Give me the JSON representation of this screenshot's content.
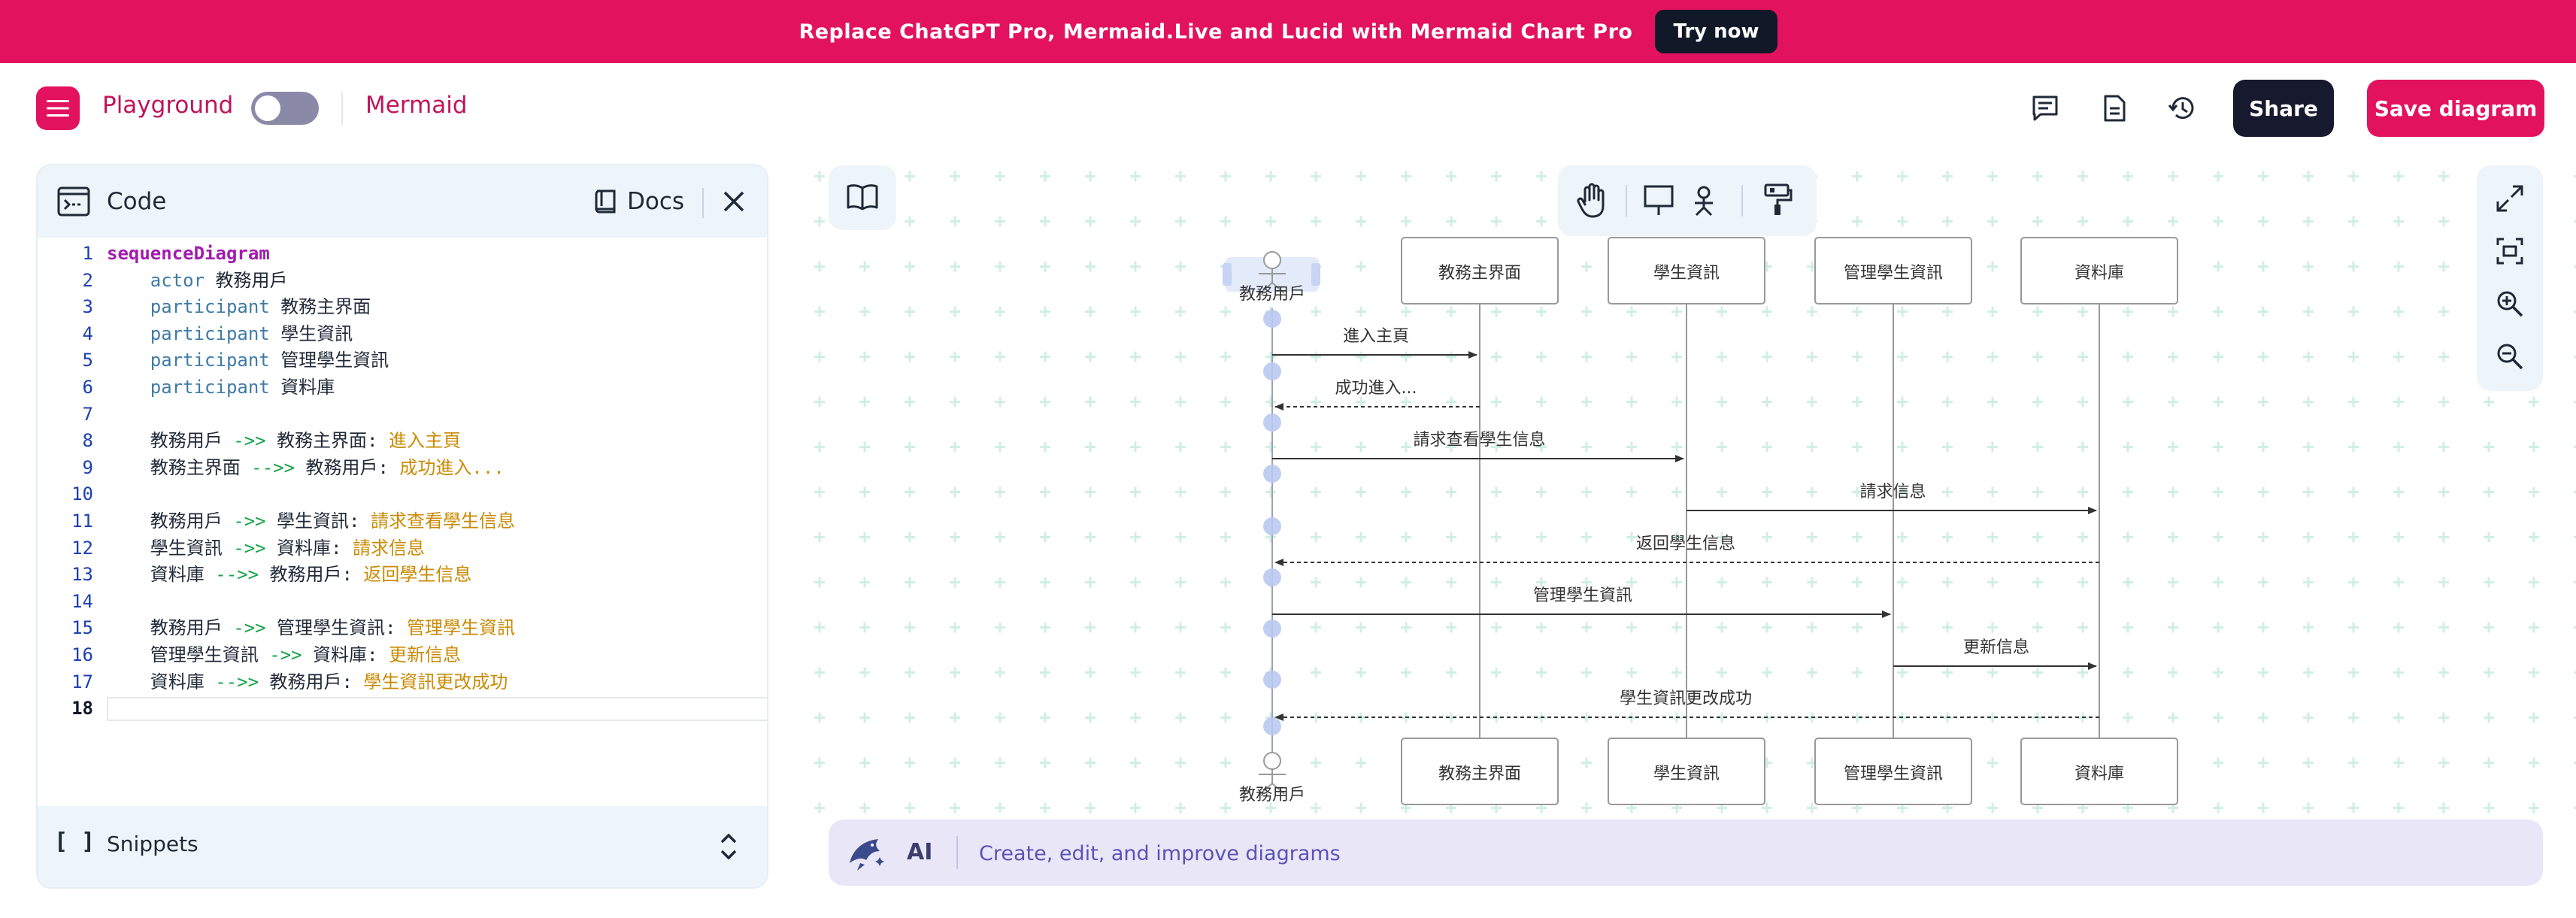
{
  "banner": {
    "text": "Replace ChatGPT Pro, Mermaid.Live and Lucid with Mermaid Chart Pro",
    "button": "Try now"
  },
  "header": {
    "brand": "Playground",
    "mode": "Mermaid",
    "share": "Share",
    "save": "Save diagram"
  },
  "code_panel": {
    "title": "Code",
    "docs": "Docs",
    "snippets": "Snippets",
    "lines": [
      {
        "n": "1",
        "parts": [
          {
            "t": "sequenceDiagram",
            "c": "kw-main"
          }
        ]
      },
      {
        "n": "2",
        "parts": [
          {
            "t": "    actor ",
            "c": "kw"
          },
          {
            "t": "教務用戶",
            "c": "name"
          }
        ]
      },
      {
        "n": "3",
        "parts": [
          {
            "t": "    participant ",
            "c": "kw"
          },
          {
            "t": "教務主界面",
            "c": "name"
          }
        ]
      },
      {
        "n": "4",
        "parts": [
          {
            "t": "    participant ",
            "c": "kw"
          },
          {
            "t": "學生資訊",
            "c": "name"
          }
        ]
      },
      {
        "n": "5",
        "parts": [
          {
            "t": "    participant ",
            "c": "kw"
          },
          {
            "t": "管理學生資訊",
            "c": "name"
          }
        ]
      },
      {
        "n": "6",
        "parts": [
          {
            "t": "    participant ",
            "c": "kw"
          },
          {
            "t": "資料庫",
            "c": "name"
          }
        ]
      },
      {
        "n": "7",
        "parts": []
      },
      {
        "n": "8",
        "parts": [
          {
            "t": "    教務用戶 ",
            "c": "name"
          },
          {
            "t": "->> ",
            "c": "arr"
          },
          {
            "t": "教務主界面: ",
            "c": "name"
          },
          {
            "t": "進入主頁",
            "c": "msg"
          }
        ]
      },
      {
        "n": "9",
        "parts": [
          {
            "t": "    教務主界面 ",
            "c": "name"
          },
          {
            "t": "-->> ",
            "c": "arr"
          },
          {
            "t": "教務用戶: ",
            "c": "name"
          },
          {
            "t": "成功進入...",
            "c": "msg"
          }
        ]
      },
      {
        "n": "10",
        "parts": []
      },
      {
        "n": "11",
        "parts": [
          {
            "t": "    教務用戶 ",
            "c": "name"
          },
          {
            "t": "->> ",
            "c": "arr"
          },
          {
            "t": "學生資訊: ",
            "c": "name"
          },
          {
            "t": "請求查看學生信息",
            "c": "msg"
          }
        ]
      },
      {
        "n": "12",
        "parts": [
          {
            "t": "    學生資訊 ",
            "c": "name"
          },
          {
            "t": "->> ",
            "c": "arr"
          },
          {
            "t": "資料庫: ",
            "c": "name"
          },
          {
            "t": "請求信息",
            "c": "msg"
          }
        ]
      },
      {
        "n": "13",
        "parts": [
          {
            "t": "    資料庫 ",
            "c": "name"
          },
          {
            "t": "-->> ",
            "c": "arr"
          },
          {
            "t": "教務用戶: ",
            "c": "name"
          },
          {
            "t": "返回學生信息",
            "c": "msg"
          }
        ]
      },
      {
        "n": "14",
        "parts": []
      },
      {
        "n": "15",
        "parts": [
          {
            "t": "    教務用戶 ",
            "c": "name"
          },
          {
            "t": "->> ",
            "c": "arr"
          },
          {
            "t": "管理學生資訊: ",
            "c": "name"
          },
          {
            "t": "管理學生資訊",
            "c": "msg"
          }
        ]
      },
      {
        "n": "16",
        "parts": [
          {
            "t": "    管理學生資訊 ",
            "c": "name"
          },
          {
            "t": "->> ",
            "c": "arr"
          },
          {
            "t": "資料庫: ",
            "c": "name"
          },
          {
            "t": "更新信息",
            "c": "msg"
          }
        ]
      },
      {
        "n": "17",
        "parts": [
          {
            "t": "    資料庫 ",
            "c": "name"
          },
          {
            "t": "-->> ",
            "c": "arr"
          },
          {
            "t": "教務用戶: ",
            "c": "name"
          },
          {
            "t": "學生資訊更改成功",
            "c": "msg"
          }
        ]
      },
      {
        "n": "18",
        "parts": []
      }
    ]
  },
  "ai": {
    "label": "AI",
    "placeholder": "Create, edit, and improve diagrams"
  },
  "diagram": {
    "actor": "教務用戶",
    "participants": [
      "教務主界面",
      "學生資訊",
      "管理學生資訊",
      "資料庫"
    ],
    "messages": [
      {
        "from": 0,
        "to": 1,
        "text": "進入主頁",
        "dashed": false
      },
      {
        "from": 1,
        "to": 0,
        "text": "成功進入...",
        "dashed": true
      },
      {
        "from": 0,
        "to": 2,
        "text": "請求查看學生信息",
        "dashed": false
      },
      {
        "from": 2,
        "to": 4,
        "text": "請求信息",
        "dashed": false
      },
      {
        "from": 4,
        "to": 0,
        "text": "返回學生信息",
        "dashed": true
      },
      {
        "from": 0,
        "to": 3,
        "text": "管理學生資訊",
        "dashed": false
      },
      {
        "from": 3,
        "to": 4,
        "text": "更新信息",
        "dashed": false
      },
      {
        "from": 4,
        "to": 0,
        "text": "學生資訊更改成功",
        "dashed": true
      }
    ]
  },
  "colors": {
    "brand": "#e2125f",
    "dark": "#171a2e",
    "lifeline_dot": "#b9c9ef"
  }
}
